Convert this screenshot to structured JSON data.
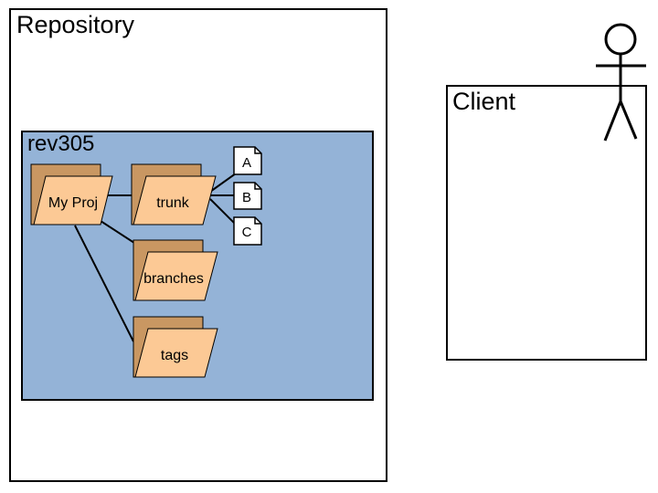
{
  "repository": {
    "title": "Repository"
  },
  "client": {
    "title": "Client"
  },
  "revision": {
    "label": "rev305",
    "folders": {
      "myproj": "My Proj",
      "trunk": "trunk",
      "branches": "branches",
      "tags": "tags"
    },
    "files": [
      "A",
      "B",
      "C"
    ]
  },
  "colors": {
    "revision_fill": "#94b3d7",
    "folder_front": "#fcc995",
    "folder_back": "#c99762",
    "stroke": "#000000"
  },
  "icons": {
    "actor": "stick-figure-icon",
    "folder": "folder-icon",
    "file": "document-icon"
  }
}
